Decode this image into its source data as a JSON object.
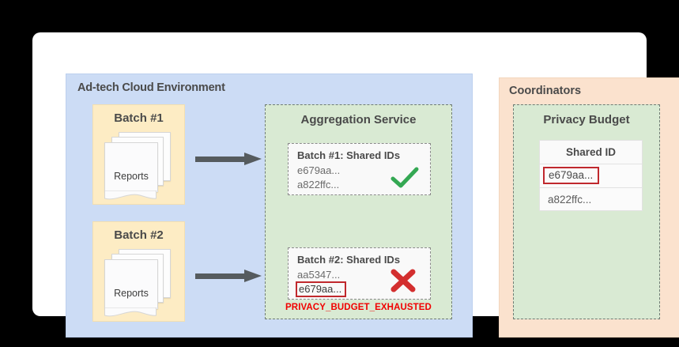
{
  "colors": {
    "page_background": "#000000",
    "card_background": "#ffffff",
    "adtech_panel": "#ccdcf5",
    "batch_box": "#fdecc4",
    "green_panel": "#d9ead3",
    "coordinators_panel": "#fbe2ce",
    "arrow": "#555b5e",
    "check_green": "#34a853",
    "cross_red": "#d32f2f",
    "alert_red": "#f10000",
    "flag_border_red": "#c0282d"
  },
  "adtech": {
    "title": "Ad-tech Cloud Environment",
    "batches": [
      {
        "title": "Batch #1",
        "reports_label": "Reports"
      },
      {
        "title": "Batch #2",
        "reports_label": "Reports"
      }
    ]
  },
  "aggregation": {
    "title": "Aggregation Service",
    "cards": [
      {
        "heading": "Batch #1: Shared IDs",
        "ids": [
          "e679aa...",
          "a822ffc..."
        ],
        "status_icon": "check-icon",
        "status": "accepted"
      },
      {
        "heading": "Batch #2: Shared IDs",
        "ids": [
          "aa5347...",
          "e679aa..."
        ],
        "flagged_id": "e679aa...",
        "status_icon": "cross-icon",
        "status": "rejected"
      }
    ],
    "error_label": "PRIVACY_BUDGET_EXHAUSTED"
  },
  "coordinators": {
    "title": "Coordinators",
    "privacy_budget": {
      "title": "Privacy Budget",
      "table": {
        "header": "Shared ID",
        "rows": [
          "e679aa...",
          "a822ffc..."
        ],
        "flagged_row_index": 0
      }
    }
  }
}
